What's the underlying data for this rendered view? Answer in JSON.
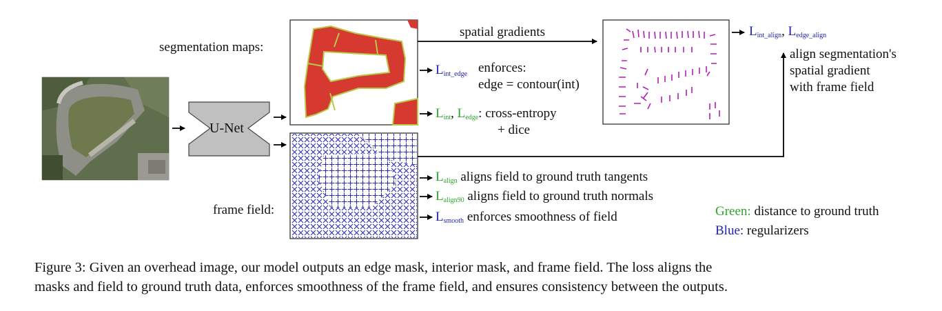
{
  "labels": {
    "segmentation_maps": "segmentation maps:",
    "frame_field": "frame field:",
    "unet": "U-Net",
    "spatial_gradients": "spatial gradients"
  },
  "losses": {
    "int_align": {
      "L": "L",
      "sub": "int_align"
    },
    "edge_align": {
      "L": "L",
      "sub": "edge_align"
    },
    "sep": ",",
    "align_text": [
      "align segmentation's",
      "spatial gradient",
      "with frame field"
    ],
    "int_edge": {
      "L": "L",
      "sub": "int_edge",
      "text": [
        "enforces:",
        "edge = contour(int)"
      ]
    },
    "int": {
      "L": "L",
      "sub": "int"
    },
    "edge": {
      "L": "L",
      "sub": "edge"
    },
    "ce_text": ": cross-entropy",
    "dice_text": "+ dice",
    "align": {
      "L": "L",
      "sub": "align",
      "text": "aligns field to ground truth tangents"
    },
    "align90": {
      "L": "L",
      "sub": "align90",
      "text": "aligns field to ground truth normals"
    },
    "smooth": {
      "L": "L",
      "sub": "smooth",
      "text": "enforces smoothness of field"
    }
  },
  "legend": {
    "green_label": "Green:",
    "green_text": "distance to ground truth",
    "blue_label": "Blue:",
    "blue_text": "regularizers"
  },
  "caption": {
    "line1": "Figure 3: Given an overhead image, our model outputs an edge mask, interior mask, and frame field.  The loss aligns the",
    "line2": "masks and field to ground truth data, enforces smoothness of the frame field, and ensures consistency between the outputs."
  },
  "colors": {
    "green": "#2ea52e",
    "blue": "#2222b8",
    "mask_red": "#d6392f",
    "mask_edge": "#b8c94a",
    "field_blue": "#2a2ab0",
    "gradient_purple": "#b21fb8",
    "unet_gray": "#c0c0c0"
  },
  "icons": {
    "aerial": "aerial-photo",
    "segmentation": "segmentation-mask-image",
    "frame_field": "frame-field-image",
    "gradients": "spatial-gradient-image"
  }
}
